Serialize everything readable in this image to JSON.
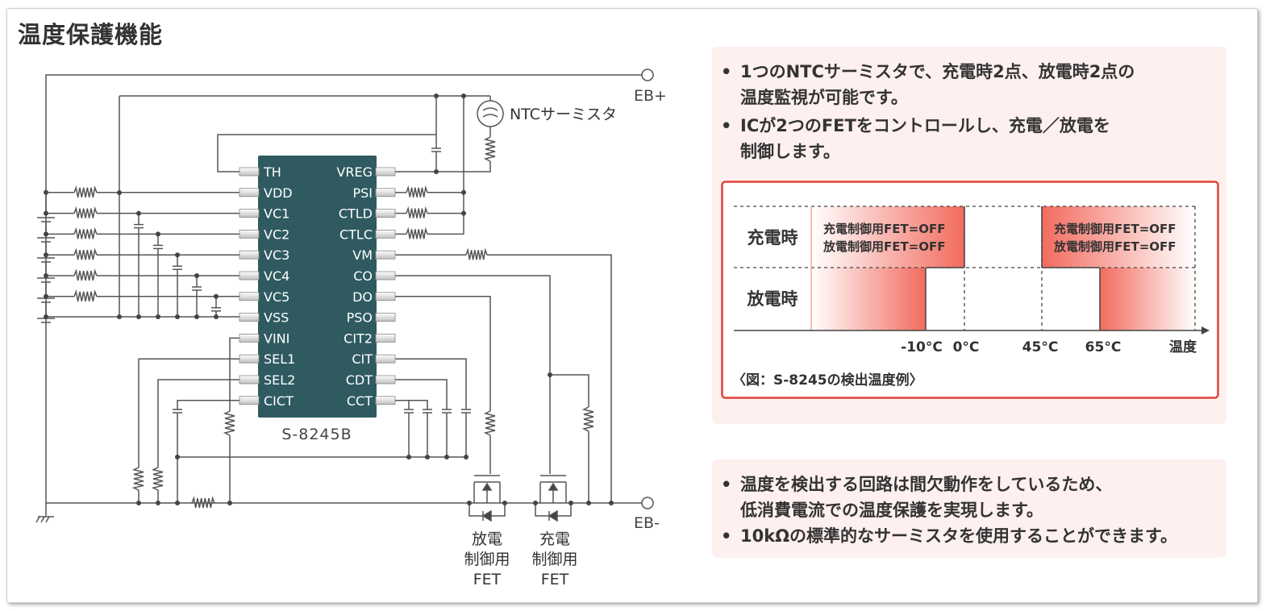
{
  "title": "温度保護機能",
  "circuit": {
    "chip_name": "S-8245B",
    "pins_left": [
      "TH",
      "VDD",
      "VC1",
      "VC2",
      "VC3",
      "VC4",
      "VC5",
      "VSS",
      "VINI",
      "SEL1",
      "SEL2",
      "CICT"
    ],
    "pins_right": [
      "VREG",
      "PSI",
      "CTLD",
      "CTLC",
      "VM",
      "CO",
      "DO",
      "PSO",
      "CIT2",
      "CIT",
      "CDT",
      "CCT"
    ],
    "thermistor_label": "NTCサーミスタ",
    "terminal_pos": "EB+",
    "terminal_neg": "EB-",
    "fet_discharge": [
      "放電",
      "制御用",
      "FET"
    ],
    "fet_charge": [
      "充電",
      "制御用",
      "FET"
    ]
  },
  "top_panel": {
    "bullet1_line1": "1つのNTCサーミスタで、充電時2点、放電時2点の",
    "bullet1_line2": "温度監視が可能です。",
    "bullet2_line1": "ICが2つのFETをコントロールし、充電／放電を",
    "bullet2_line2": "制御します。"
  },
  "chart": {
    "row_charge": "充電時",
    "row_discharge": "放電時",
    "off_text_1": "充電制御用FET=OFF",
    "off_text_2": "放電制御用FET=OFF",
    "ticks": [
      "-10°C",
      "0°C",
      "45°C",
      "65°C"
    ],
    "axis_label": "温度",
    "caption": "〈図：S-8245の検出温度例〉"
  },
  "bottom_panel": {
    "bullet1_line1": "温度を検出する回路は間欠動作をしているため、",
    "bullet1_line2": "低消費電流での温度保護を実現します。",
    "bullet2_line1": "10kΩの標準的なサーミスタを使用することができます。"
  },
  "colors": {
    "chip": "#2e5a60",
    "accent_red": "#e0433a",
    "panel_bg": "#fdf0ef",
    "wire": "#555555"
  }
}
